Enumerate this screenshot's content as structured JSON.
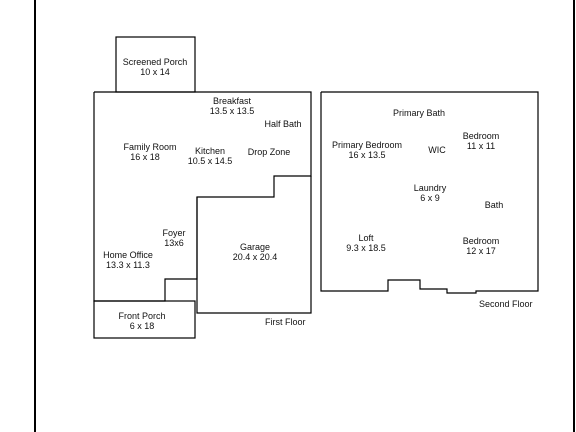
{
  "colors": {
    "background": "#ffffff",
    "walls": "#000000",
    "text": "#111111"
  },
  "floors": {
    "first": {
      "caption": "First Floor"
    },
    "second": {
      "caption": "Second Floor"
    }
  },
  "rooms": {
    "screened_porch": {
      "name": "Screened Porch",
      "dims": "10 x 14"
    },
    "breakfast": {
      "name": "Breakfast",
      "dims": "13.5 x 13.5"
    },
    "half_bath": {
      "name": "Half Bath"
    },
    "family_room": {
      "name": "Family Room",
      "dims": "16 x 18"
    },
    "kitchen": {
      "name": "Kitchen",
      "dims": "10.5 x 14.5"
    },
    "drop_zone": {
      "name": "Drop Zone"
    },
    "foyer": {
      "name": "Foyer",
      "dims": "13x6"
    },
    "home_office": {
      "name": "Home Office",
      "dims": "13.3 x 11.3"
    },
    "garage": {
      "name": "Garage",
      "dims": "20.4 x 20.4"
    },
    "front_porch": {
      "name": "Front Porch",
      "dims": "6 x 18"
    },
    "primary_bath": {
      "name": "Primary Bath"
    },
    "primary_bedroom": {
      "name": "Primary Bedroom",
      "dims": "16 x 13.5"
    },
    "wic": {
      "name": "WIC"
    },
    "bedroom_1": {
      "name": "Bedroom",
      "dims": "11 x 11"
    },
    "laundry": {
      "name": "Laundry",
      "dims": "6 x 9"
    },
    "bath": {
      "name": "Bath"
    },
    "loft": {
      "name": "Loft",
      "dims": "9.3 x 18.5"
    },
    "bedroom_2": {
      "name": "Bedroom",
      "dims": "12 x 17"
    }
  }
}
